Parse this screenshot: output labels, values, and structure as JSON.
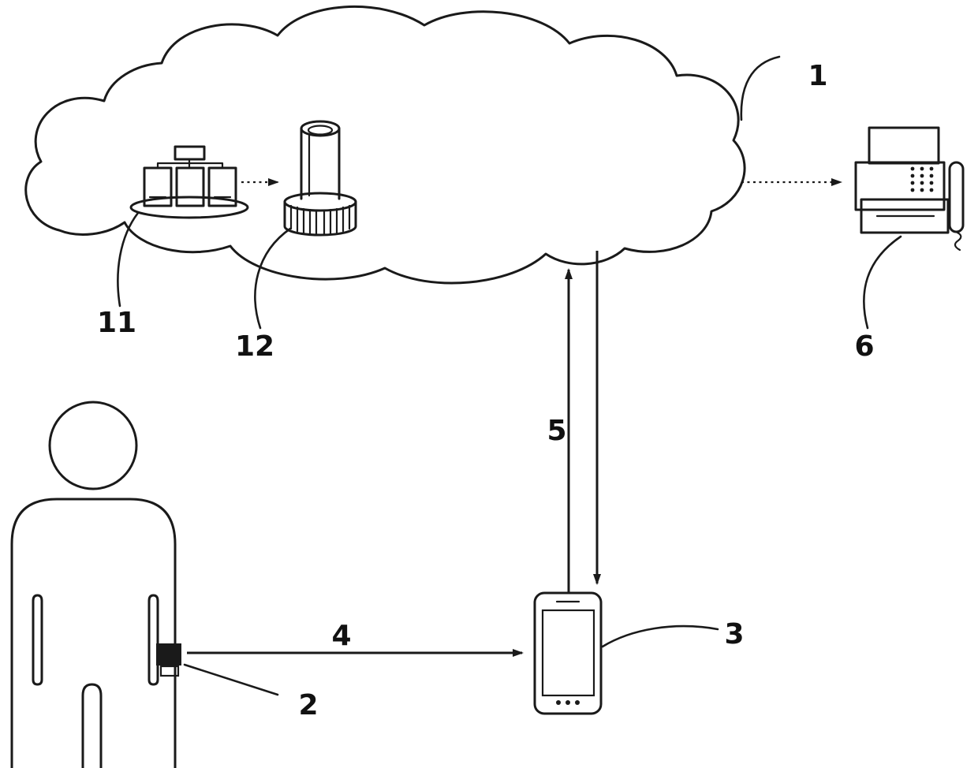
{
  "figure": {
    "background": "#ffffff",
    "stroke_color": "#1a1a1a",
    "labels": {
      "cloud": "1",
      "server_cluster": "11",
      "database": "12",
      "wearable": "2",
      "smartphone": "3",
      "link_wearable_to_phone": "4",
      "link_phone_to_cloud": "5",
      "fax": "6"
    }
  }
}
